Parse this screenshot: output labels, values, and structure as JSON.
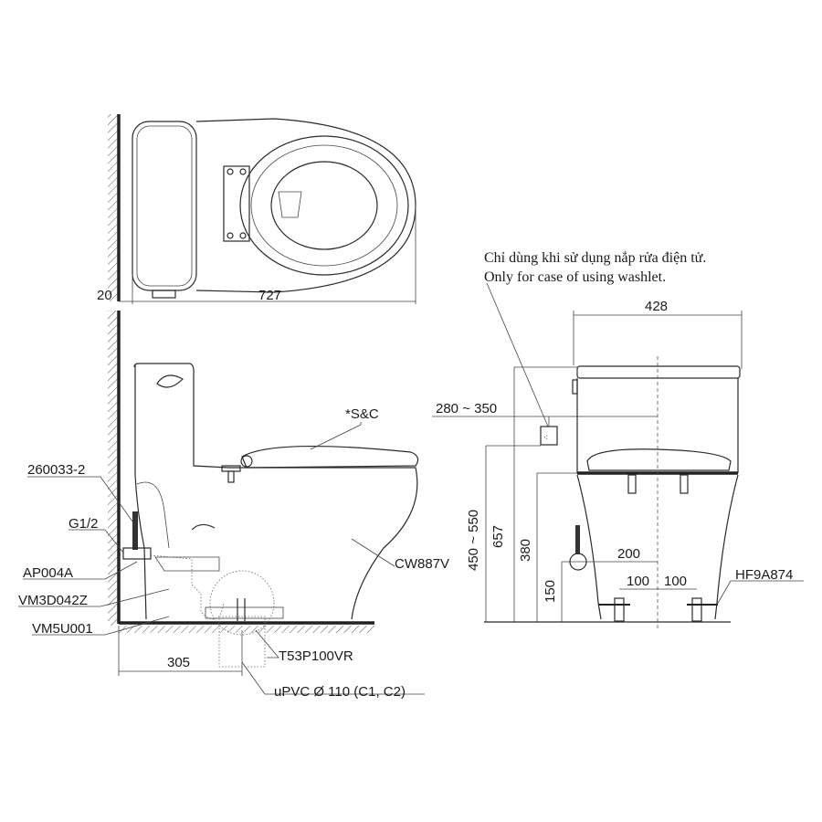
{
  "top_view": {
    "dim_wall_gap": "20",
    "dim_length": "727"
  },
  "side_view": {
    "labels": {
      "seat": "*S&C",
      "model": "CW887V",
      "hose": "260033-2",
      "thread": "G1/2",
      "valve": "AP004A",
      "vm3": "VM3D042Z",
      "vm5": "VM5U001",
      "flange": "T53P100VR",
      "pipe": "uPVC Ø 110 (C1, C2)"
    },
    "dim_rough_in": "305"
  },
  "front_view": {
    "note_vi": "Chỉ dùng khi sử dụng nắp rửa điện tử.",
    "note_en": "Only for case of using washlet.",
    "dim_width": "428",
    "dim_outlet_offset": "280 ~ 350",
    "dim_height": "657",
    "dim_outlet_height": "450 ~ 550",
    "dim_seat_height": "380",
    "dim_supply_height": "150",
    "dim_supply_offset": "200",
    "dim_bolt_left": "100",
    "dim_bolt_right": "100",
    "bolt_part": "HF9A874"
  }
}
